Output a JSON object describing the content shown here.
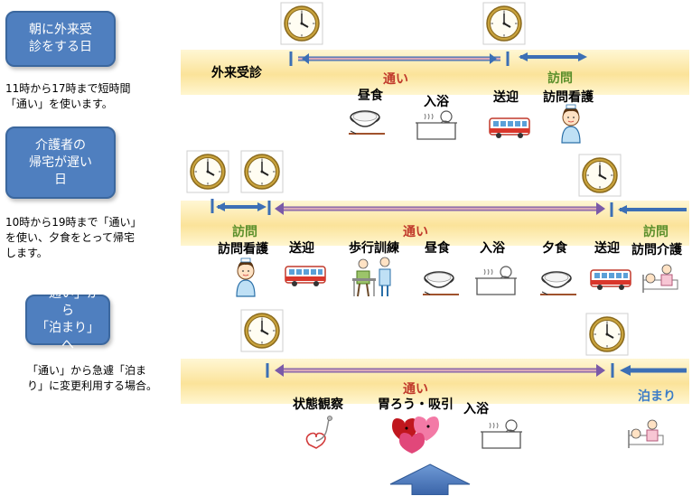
{
  "sections": [
    {
      "badge": "朝に外来受診をする日",
      "badge_lines": [
        "朝に外来受",
        "診をする日"
      ],
      "description": [
        "11時から17時まで短時間",
        "「通い」を使います。"
      ],
      "labels": {
        "outpatient": "外来受診",
        "tsuuai": "通い",
        "houmon": "訪問",
        "lunch": "昼食",
        "bath": "入浴",
        "transport": "送迎",
        "visit_nursing": "訪問看護"
      }
    },
    {
      "badge_lines": [
        "介護者の",
        "帰宅が遅い",
        "日"
      ],
      "description": [
        "10時から19時まで「通い」",
        "を使い、夕食をとって帰宅",
        "します。"
      ],
      "labels": {
        "houmon_left": "訪問",
        "tsuuai": "通い",
        "houmon_right": "訪問",
        "visit_nursing": "訪問看護",
        "transport_1": "送迎",
        "walk_training": "歩行訓練",
        "lunch": "昼食",
        "bath": "入浴",
        "dinner": "夕食",
        "transport_2": "送迎",
        "visit_care": "訪問介護"
      }
    },
    {
      "badge_lines": [
        "「通い」から",
        "「泊まり」へ"
      ],
      "description": [
        "「通い」から急遽「泊ま",
        "り」に変更利用する場合。"
      ],
      "labels": {
        "tsuuai": "通い",
        "observation": "状態観察",
        "tube_feeding": "胃ろう・吸引",
        "bath": "入浴",
        "stay": "泊まり"
      }
    }
  ],
  "colors": {
    "badge": "#4f7fbf",
    "arrow_purple": "#7a5aa8",
    "arrow_blue": "#3c6fb5",
    "red_label": "#c0392b",
    "green_label": "#5a8f2b",
    "blue_label": "#3a7cc7",
    "band": "#fbe39a"
  },
  "icons": [
    "clock-icon",
    "rice-bowl-icon",
    "bath-icon",
    "bus-icon",
    "nurse-icon",
    "walking-training-icon",
    "caregiver-bed-icon",
    "stethoscope-icon",
    "hearts-icon",
    "up-arrow-icon"
  ]
}
